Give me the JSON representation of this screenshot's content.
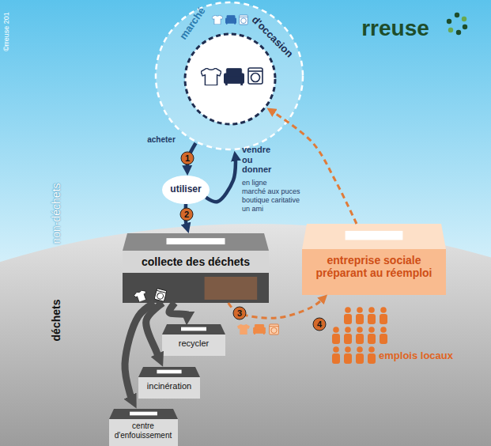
{
  "diagram": {
    "nodes": [
      {
        "text": [
          "marché"
        ]
      },
      {
        "text": [
          "d'occasion"
        ],
        "in": 0
      },
      {
        "text": [
          "utiliser"
        ]
      },
      {
        "text": [
          "collecte des déchets"
        ]
      },
      {
        "text": [
          "entreprise sociale préparant au réemploi"
        ]
      },
      {
        "text": [
          "recycler"
        ]
      },
      {
        "text": [
          "incinération"
        ]
      },
      {
        "text": [
          "centre d'enfouissement"
        ]
      }
    ],
    "edges": [
      {
        "from": 0,
        "to": 2,
        "arrow": "to",
        "label": "acheter"
      },
      {
        "from": 2,
        "to": 3,
        "arrow": "to"
      },
      {
        "from": 2,
        "to": 0,
        "arrow": "to",
        "label": "vendre ou donner"
      },
      {
        "from": 3,
        "to": 4,
        "arrow": "to"
      },
      {
        "from": 4,
        "to": 1,
        "arrow": "to"
      },
      {
        "from": 3,
        "to": 5,
        "arrow": "to"
      },
      {
        "from": 3,
        "to": 6,
        "arrow": "to"
      },
      {
        "from": 3,
        "to": 7,
        "arrow": "to"
      }
    ],
    "labels": [
      "©rreuse 201",
      "rreuse",
      "1",
      "2",
      "3",
      "4",
      "en ligne",
      "marché aux puces",
      "boutique caritative",
      "un ami",
      "non-déchets",
      "déchets",
      "emplois locaux"
    ]
  }
}
